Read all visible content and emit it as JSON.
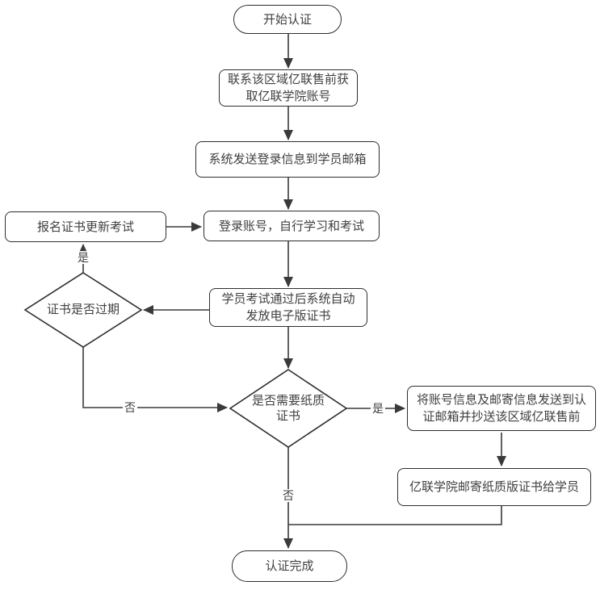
{
  "flowchart": {
    "nodes": {
      "start": {
        "label": "开始认证"
      },
      "contact_presales": {
        "label": "联系该区域亿联售前获\n取亿联学院账号"
      },
      "system_send_login": {
        "label": "系统发送登录信息到学员邮箱"
      },
      "login_study_exam": {
        "label": "登录账号，自行学习和考试"
      },
      "register_renewal_exam": {
        "label": "报名证书更新考试"
      },
      "auto_issue_ecert": {
        "label": "学员考试通过后系统自动\n发放电子版证书"
      },
      "cert_expired_decision": {
        "label": "证书是否过期"
      },
      "need_paper_decision": {
        "label": "是否需要纸质\n证书"
      },
      "send_mailing_info": {
        "label": "将账号信息及邮寄信息发送到认\n证邮箱并抄送该区域亿联售前"
      },
      "mail_paper_cert": {
        "label": "亿联学院邮寄纸质版证书给学员"
      },
      "end": {
        "label": "认证完成"
      }
    },
    "edge_labels": {
      "expired_yes": "是",
      "expired_no": "否",
      "paper_yes": "是",
      "paper_no": "否"
    },
    "colors": {
      "line": "#3a3a3a",
      "node_border": "#2e2e2e",
      "text": "#3f3f3f",
      "background": "#ffffff"
    }
  }
}
